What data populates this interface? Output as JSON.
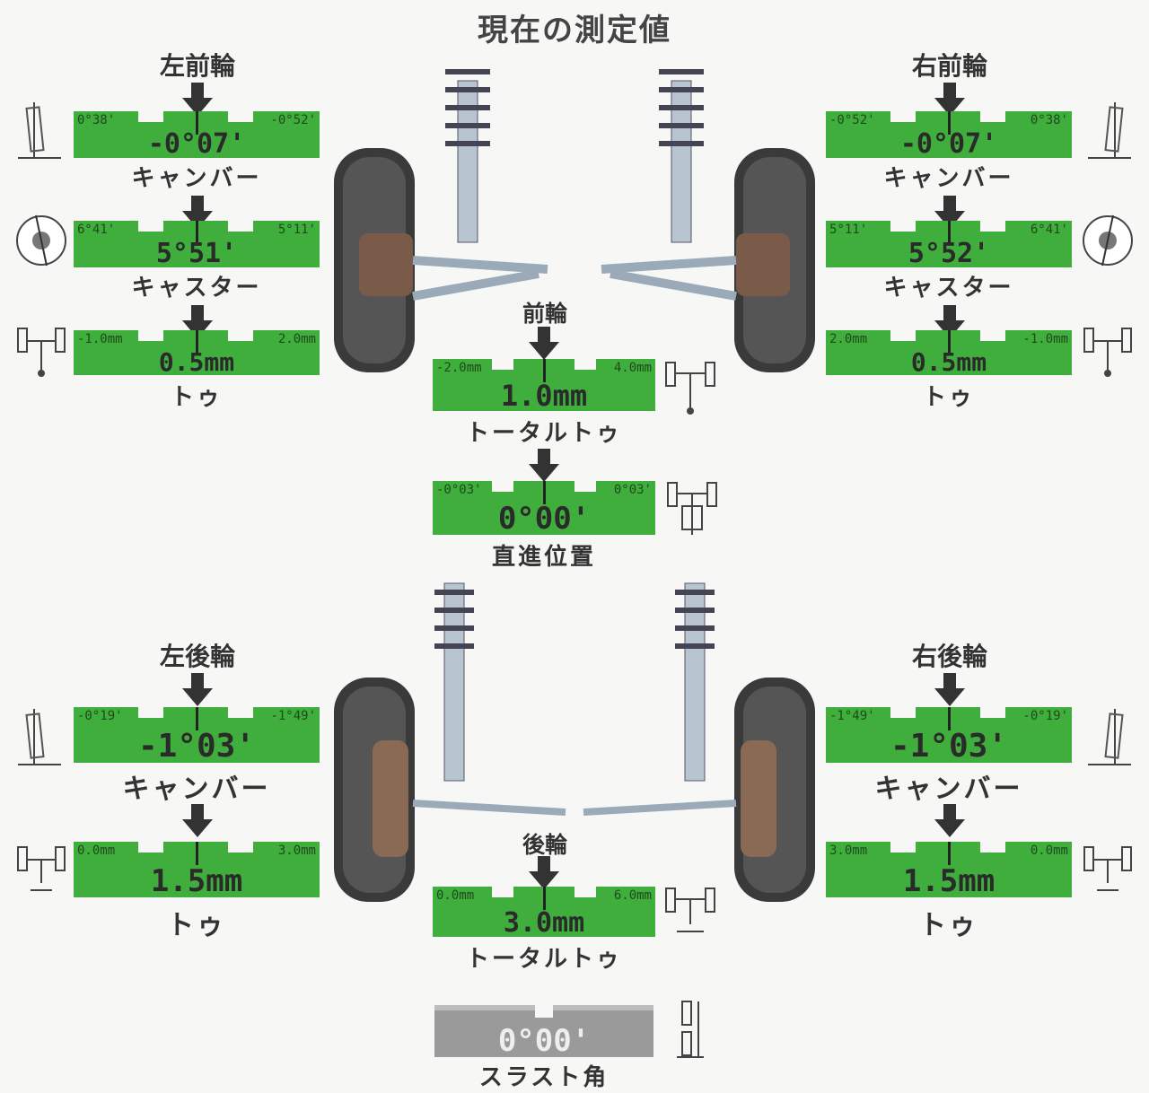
{
  "title": "現在の測定値",
  "front_left": {
    "title": "左前輪",
    "camber": {
      "left": "0°38'",
      "right": "-0°52'",
      "value": "-0°07'",
      "label": "キャンバー"
    },
    "caster": {
      "left": "6°41'",
      "right": "5°11'",
      "value": "5°51'",
      "label": "キャスター"
    },
    "toe": {
      "left": "-1.0mm",
      "right": "2.0mm",
      "value": "0.5mm",
      "label": "トゥ"
    }
  },
  "front_right": {
    "title": "右前輪",
    "camber": {
      "left": "-0°52'",
      "right": "0°38'",
      "value": "-0°07'",
      "label": "キャンバー"
    },
    "caster": {
      "left": "5°11'",
      "right": "6°41'",
      "value": "5°52'",
      "label": "キャスター"
    },
    "toe": {
      "left": "2.0mm",
      "right": "-1.0mm",
      "value": "0.5mm",
      "label": "トゥ"
    }
  },
  "front_total": {
    "title": "前輪",
    "left": "-2.0mm",
    "right": "4.0mm",
    "value": "1.0mm",
    "label": "トータルトゥ"
  },
  "straight": {
    "left": "-0°03'",
    "right": "0°03'",
    "value": "0°00'",
    "label": "直進位置"
  },
  "rear_left": {
    "title": "左後輪",
    "camber": {
      "left": "-0°19'",
      "right": "-1°49'",
      "value": "-1°03'",
      "label": "キャンバー"
    },
    "toe": {
      "left": "0.0mm",
      "right": "3.0mm",
      "value": "1.5mm",
      "label": "トゥ"
    }
  },
  "rear_right": {
    "title": "右後輪",
    "camber": {
      "left": "-1°49'",
      "right": "-0°19'",
      "value": "-1°03'",
      "label": "キャンバー"
    },
    "toe": {
      "left": "3.0mm",
      "right": "0.0mm",
      "value": "1.5mm",
      "label": "トゥ"
    }
  },
  "rear_total": {
    "title": "後輪",
    "left": "0.0mm",
    "right": "6.0mm",
    "value": "3.0mm",
    "label": "トータルトゥ"
  },
  "thrust": {
    "value": "0°00'",
    "label": "スラスト角"
  },
  "colors": {
    "gauge_green": "#3fae3c",
    "gauge_gray": "#9a9a9a",
    "tire": "#3a3a3a",
    "steel": "#b8c4d0"
  }
}
